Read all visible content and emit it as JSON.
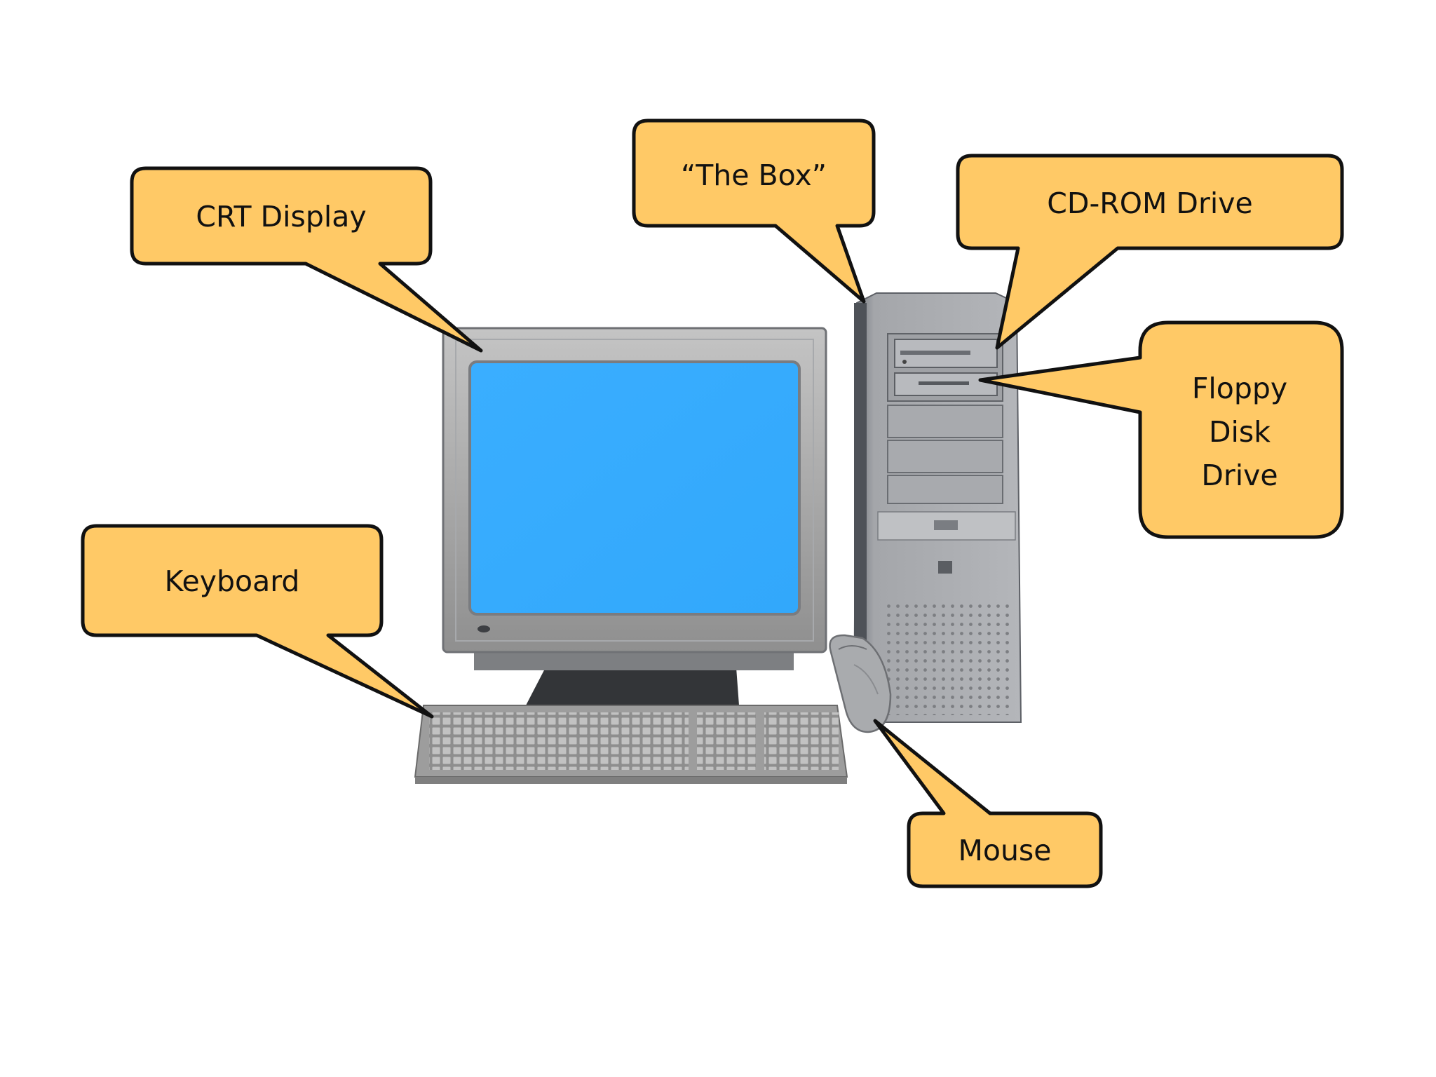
{
  "colors": {
    "callout_fill": "#ffc966",
    "callout_stroke": "#111111",
    "screen": "#38b0ff",
    "case_grey": "#a9a9a9",
    "background": "#ffffff"
  },
  "callouts": {
    "crt": "CRT Display",
    "box": "“The Box”",
    "cdrom": "CD-ROM Drive",
    "floppy": [
      "Floppy",
      "Disk",
      "Drive"
    ],
    "keyboard": "Keyboard",
    "mouse": "Mouse"
  }
}
